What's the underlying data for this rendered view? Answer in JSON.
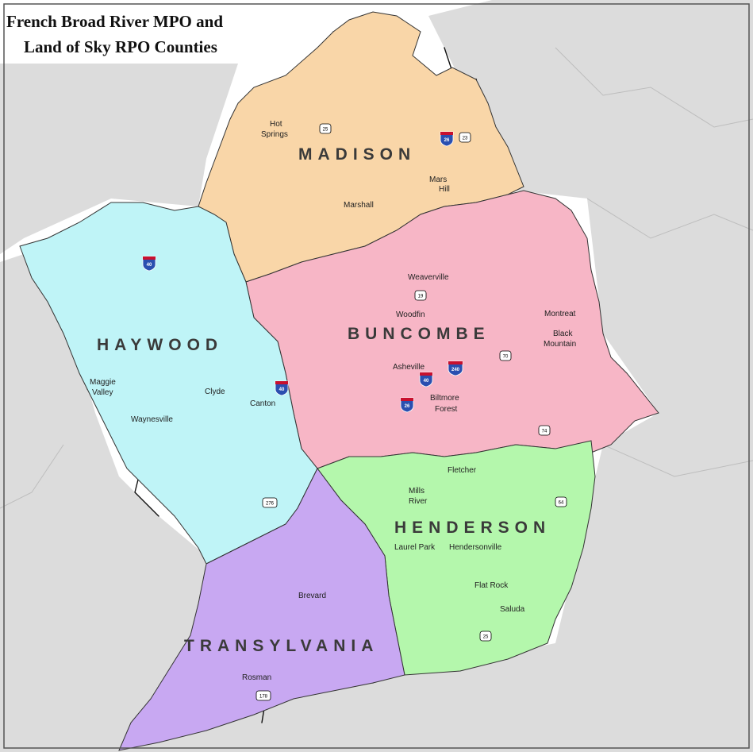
{
  "map": {
    "title_line1": "French Broad River MPO and",
    "title_line2": "Land of Sky RPO Counties",
    "colors": {
      "madison": "#f9d6a8",
      "buncombe": "#f7b6c6",
      "haywood": "#bff4f7",
      "henderson": "#b4f7ac",
      "transylvania": "#c8a8f2",
      "outside": "#dcdcdc",
      "urban": "#a8a8a8",
      "interstate": "#2a4fb0"
    },
    "counties": {
      "madison": "MADISON",
      "buncombe": "BUNCOMBE",
      "haywood": "HAYWOOD",
      "henderson": "HENDERSON",
      "transylvania": "TRANSYLVANIA"
    },
    "towns": {
      "hot_springs_1": "Hot",
      "hot_springs_2": "Springs",
      "mars_hill_1": "Mars",
      "mars_hill_2": "Hill",
      "marshall": "Marshall",
      "weaverville": "Weaverville",
      "woodfin": "Woodfin",
      "montreat": "Montreat",
      "black_mountain_1": "Black",
      "black_mountain_2": "Mountain",
      "asheville": "Asheville",
      "biltmore_forest_1": "Biltmore",
      "biltmore_forest_2": "Forest",
      "maggie_valley_1": "Maggie",
      "maggie_valley_2": "Valley",
      "clyde": "Clyde",
      "canton": "Canton",
      "waynesville": "Waynesville",
      "fletcher": "Fletcher",
      "mills_river_1": "Mills",
      "mills_river_2": "River",
      "laurel_park": "Laurel Park",
      "hendersonville": "Hendersonville",
      "flat_rock": "Flat Rock",
      "saluda": "Saluda",
      "brevard": "Brevard",
      "rosman": "Rosman"
    },
    "shields": {
      "i26_north": "26",
      "us23_north": "23",
      "us25_north": "25",
      "i40_west": "40",
      "us19": "19",
      "i40_canton": "40",
      "i40_asheville": "40",
      "i240": "240",
      "i26_south": "26",
      "us70": "70",
      "us74": "74",
      "us64": "64",
      "us276": "276",
      "us25_south": "25",
      "us178": "178"
    }
  }
}
